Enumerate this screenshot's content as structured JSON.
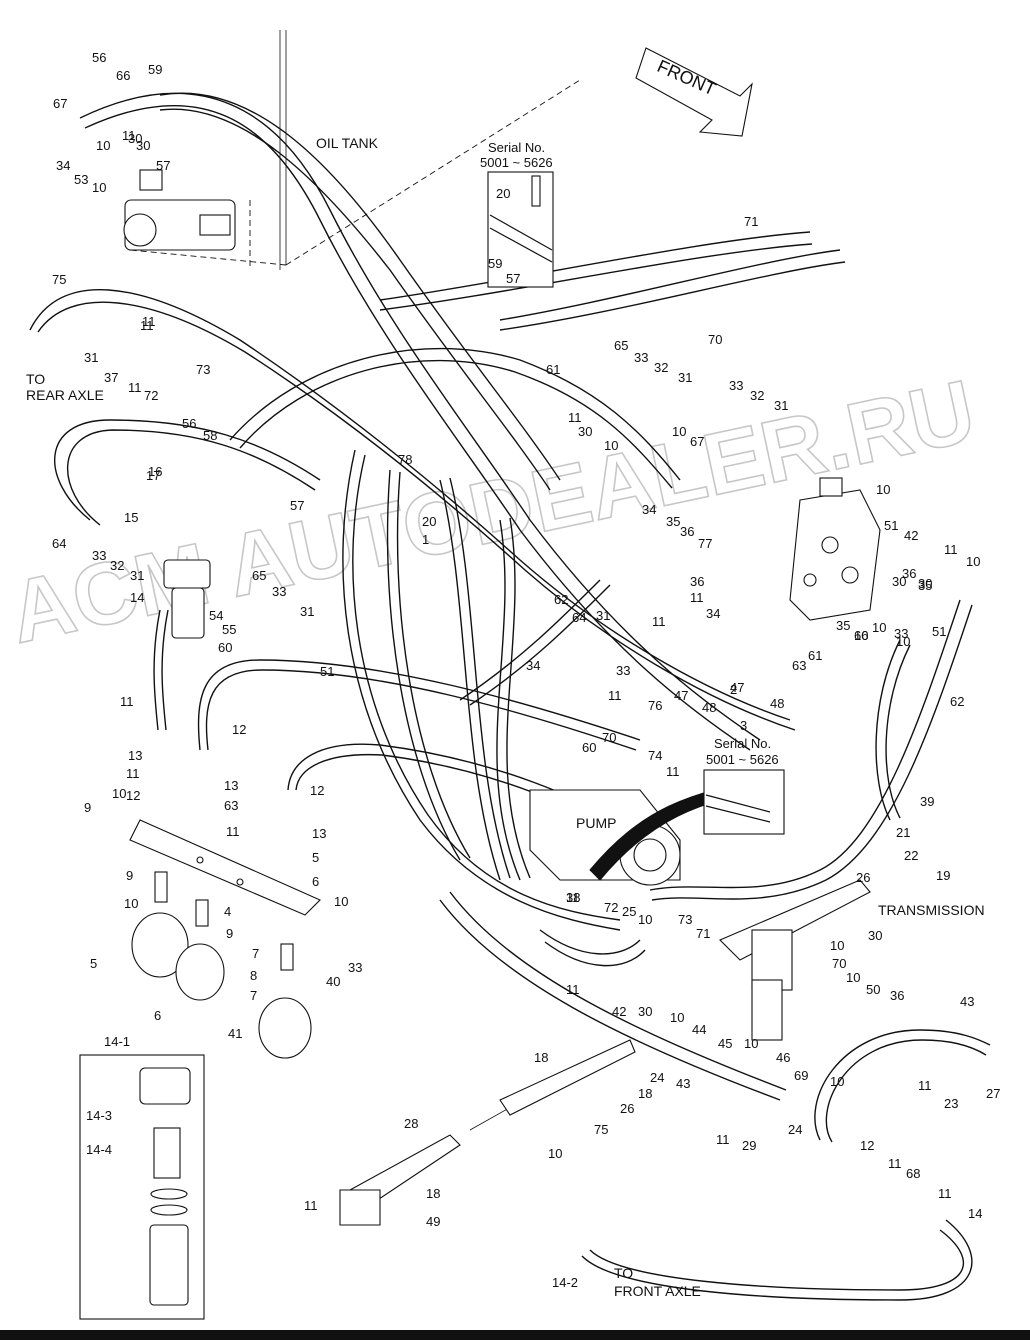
{
  "labels": {
    "front_arrow": "FRONT",
    "oil_tank": "OIL TANK",
    "pump": "PUMP",
    "transmission": "TRANSMISSION",
    "to_rear_axle_1": "TO",
    "to_rear_axle_2": "REAR AXLE",
    "to_front_axle_1": "TO",
    "to_front_axle_2": "FRONT AXLE",
    "serial_top_1": "Serial No.",
    "serial_top_2": "5001 ~ 5626",
    "serial_mid_1": "Serial No.",
    "serial_mid_2": "5001 ~ 5626",
    "watermark": "ACM AUTODEALER.RU"
  },
  "callouts": [
    "56",
    "66",
    "59",
    "67",
    "11",
    "30",
    "34",
    "53",
    "10",
    "57",
    "20",
    "59",
    "57",
    "71",
    "75",
    "11",
    "31",
    "37",
    "11",
    "72",
    "73",
    "11",
    "30",
    "10",
    "65",
    "33",
    "32",
    "31",
    "61",
    "11",
    "30",
    "10",
    "33",
    "32",
    "31",
    "70",
    "56",
    "58",
    "57",
    "17",
    "16",
    "15",
    "64",
    "33",
    "32",
    "31",
    "14",
    "65",
    "33",
    "31",
    "54",
    "55",
    "60",
    "51",
    "10",
    "67",
    "34",
    "35",
    "36",
    "77",
    "78",
    "20",
    "1",
    "10",
    "51",
    "42",
    "11",
    "10",
    "36",
    "35",
    "30",
    "10",
    "33",
    "35",
    "10",
    "36",
    "11",
    "34",
    "10",
    "51",
    "30",
    "66",
    "62",
    "64",
    "34",
    "11",
    "31",
    "33",
    "11",
    "76",
    "47",
    "48",
    "2",
    "3",
    "48",
    "47",
    "63",
    "61",
    "62",
    "11",
    "12",
    "13",
    "11",
    "12",
    "13",
    "63",
    "11",
    "12",
    "13",
    "5",
    "6",
    "9",
    "10",
    "9",
    "10",
    "4",
    "9",
    "10",
    "7",
    "8",
    "7",
    "5",
    "6",
    "41",
    "40",
    "33",
    "60",
    "70",
    "74",
    "11",
    "38",
    "39",
    "21",
    "22",
    "19",
    "26",
    "10",
    "70",
    "30",
    "10",
    "11",
    "25",
    "10",
    "72",
    "73",
    "71",
    "11",
    "42",
    "30",
    "10",
    "44",
    "45",
    "10",
    "50",
    "36",
    "46",
    "69",
    "10",
    "43",
    "11",
    "23",
    "27",
    "18",
    "24",
    "18",
    "26",
    "75",
    "10",
    "43",
    "11",
    "29",
    "24",
    "28",
    "18",
    "11",
    "49",
    "12",
    "11",
    "68",
    "11",
    "14",
    "14-2",
    "14-1",
    "14-3",
    "14-4"
  ]
}
